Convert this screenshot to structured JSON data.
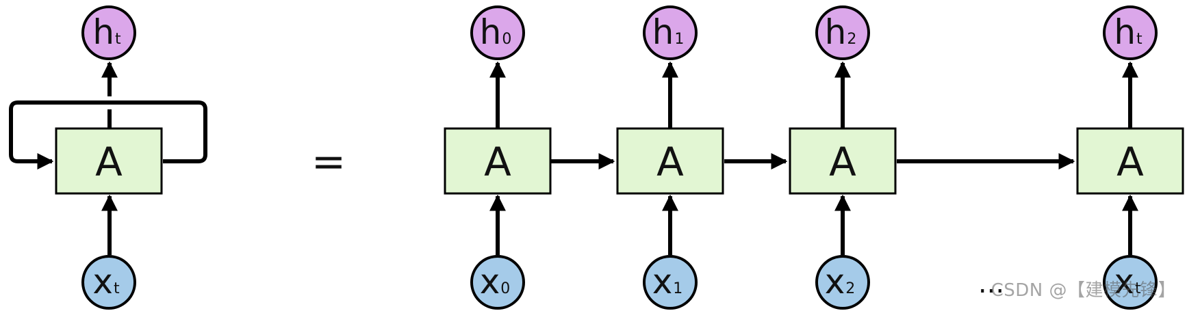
{
  "colors": {
    "box_fill": "#e2f6d3",
    "output_fill": "#dba7ea",
    "input_fill": "#a5cbe9",
    "stroke": "#000000"
  },
  "rolled": {
    "box_label": "A",
    "output": {
      "base": "h",
      "sub": "t"
    },
    "input": {
      "base": "x",
      "sub": "t"
    }
  },
  "equals": "=",
  "unrolled": {
    "steps": [
      {
        "box_label": "A",
        "output": {
          "base": "h",
          "sub": "0"
        },
        "input": {
          "base": "x",
          "sub": "0"
        }
      },
      {
        "box_label": "A",
        "output": {
          "base": "h",
          "sub": "1"
        },
        "input": {
          "base": "x",
          "sub": "1"
        }
      },
      {
        "box_label": "A",
        "output": {
          "base": "h",
          "sub": "2"
        },
        "input": {
          "base": "x",
          "sub": "2"
        }
      },
      {
        "box_label": "A",
        "output": {
          "base": "h",
          "sub": "t"
        },
        "input": {
          "base": "x",
          "sub": "t"
        }
      }
    ],
    "ellipsis": "..."
  },
  "watermark": "CSDN @【建模先锋】"
}
